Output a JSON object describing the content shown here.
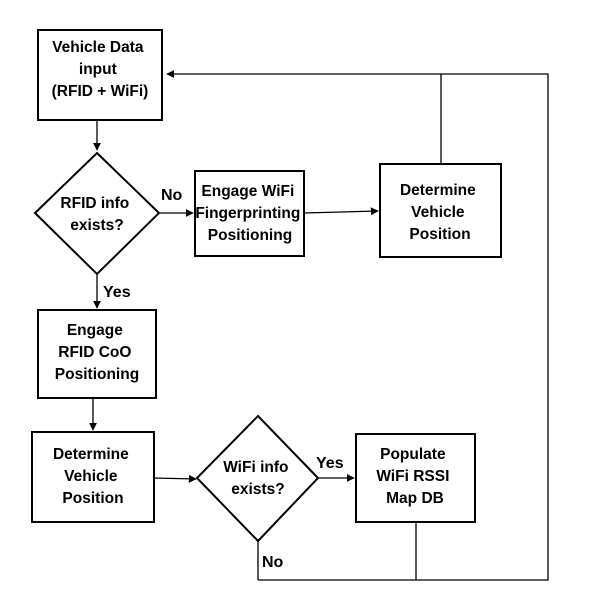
{
  "diagram": {
    "nodes": {
      "vehicle_data_input": {
        "lines": [
          "Vehicle Data",
          "input",
          "(RFID + WiFi)"
        ]
      },
      "rfid_info_exists": {
        "lines": [
          "RFID info",
          "exists?"
        ]
      },
      "engage_wifi_fp": {
        "lines": [
          "Engage WiFi",
          "Fingerprinting",
          "Positioning"
        ]
      },
      "determine_vehicle_position_top": {
        "lines": [
          "Determine",
          "Vehicle",
          "Position"
        ]
      },
      "engage_rfid_coo": {
        "lines": [
          "Engage",
          "RFID CoO",
          "Positioning"
        ]
      },
      "determine_vehicle_position_bottom": {
        "lines": [
          "Determine",
          "Vehicle",
          "Position"
        ]
      },
      "wifi_info_exists": {
        "lines": [
          "WiFi info",
          "exists?"
        ]
      },
      "populate_wifi_rssi": {
        "lines": [
          "Populate",
          "WiFi RSSI",
          "Map DB"
        ]
      }
    },
    "edge_labels": {
      "rfid_no": "No",
      "rfid_yes": "Yes",
      "wifi_yes": "Yes",
      "wifi_no": "No"
    }
  }
}
